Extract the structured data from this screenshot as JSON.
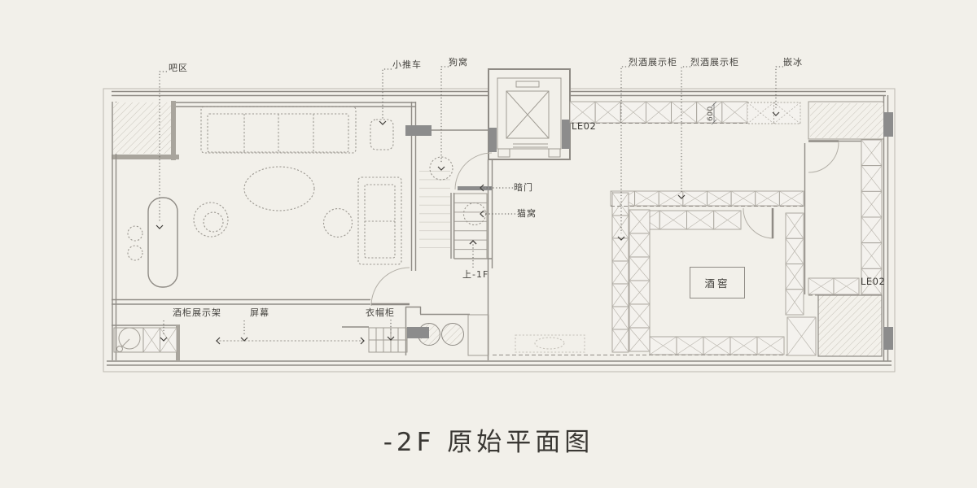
{
  "title": "-2F 原始平面图",
  "plan": {
    "annotations": {
      "bar_area": "吧区",
      "cart": "小推车",
      "dog_bed": "狗窝",
      "spirits_cabinet_left": "烈酒展示柜",
      "spirits_cabinet_right": "烈酒展示柜",
      "inset_ice": "嵌冰",
      "hidden_door": "暗门",
      "cat_bed": "猫窝",
      "up_to_1f": "上-1F",
      "wine_display_rack": "酒柜展示架",
      "screen": "屏幕",
      "cloak_cabinet": "衣帽柜",
      "wine_cellar": "酒窖",
      "le02_elevator": "LE02",
      "le02_corner": "LE02",
      "dim_600": "600"
    },
    "colors": {
      "background": "#f2f0ea",
      "wall_line": "#908c86",
      "wall_fill_dark": "#8c8c8c",
      "hatch_line": "#c7c3b9",
      "label_text": "#45433f",
      "title_text": "#3a3834"
    }
  }
}
